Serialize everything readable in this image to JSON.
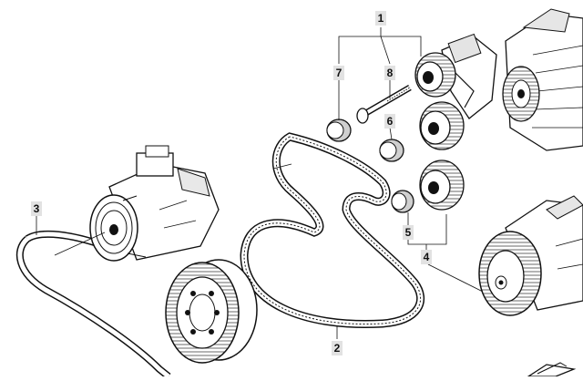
{
  "diagram": {
    "callouts": [
      {
        "id": "1",
        "text": "1"
      },
      {
        "id": "2",
        "text": "2"
      },
      {
        "id": "3",
        "text": "3"
      },
      {
        "id": "4",
        "text": "4"
      },
      {
        "id": "5",
        "text": "5"
      },
      {
        "id": "6",
        "text": "6"
      },
      {
        "id": "7",
        "text": "7"
      },
      {
        "id": "8",
        "text": "8"
      }
    ],
    "parts": [
      {
        "name": "ac-compressor"
      },
      {
        "name": "ac-compressor-belt"
      },
      {
        "name": "crankshaft-pulley"
      },
      {
        "name": "main-drive-belt"
      },
      {
        "name": "belt-tensioner"
      },
      {
        "name": "idler-pulley"
      },
      {
        "name": "alternator"
      },
      {
        "name": "power-steering-pump"
      },
      {
        "name": "bolt"
      },
      {
        "name": "dust-caps"
      }
    ],
    "colors": {
      "line": "#111111",
      "label_bg": "#e2e2e2",
      "fill": "#ffffff",
      "shade": "#cfcfcf"
    }
  }
}
